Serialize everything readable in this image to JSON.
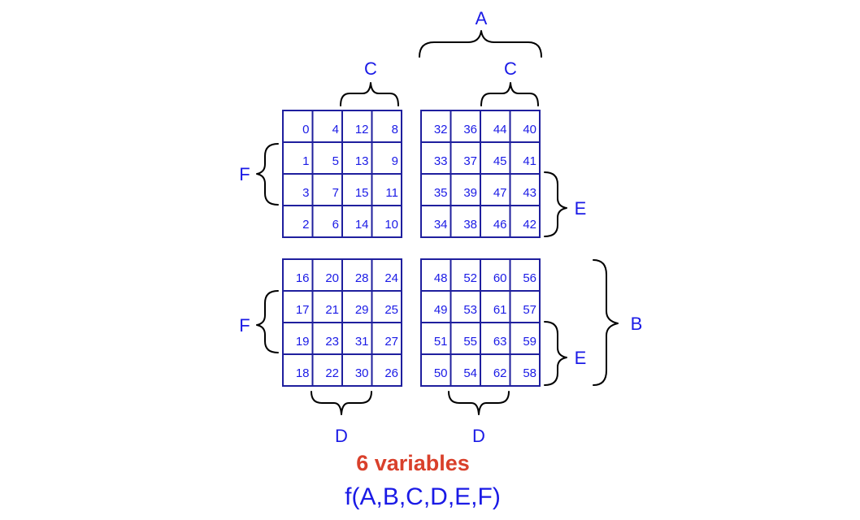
{
  "maps": [
    {
      "name": "map-top-left",
      "cells": [
        [
          "0",
          "4",
          "12",
          "8"
        ],
        [
          "1",
          "5",
          "13",
          "9"
        ],
        [
          "3",
          "7",
          "15",
          "11"
        ],
        [
          "2",
          "6",
          "14",
          "10"
        ]
      ]
    },
    {
      "name": "map-top-right",
      "cells": [
        [
          "32",
          "36",
          "44",
          "40"
        ],
        [
          "33",
          "37",
          "45",
          "41"
        ],
        [
          "35",
          "39",
          "47",
          "43"
        ],
        [
          "34",
          "38",
          "46",
          "42"
        ]
      ]
    },
    {
      "name": "map-bottom-left",
      "cells": [
        [
          "16",
          "20",
          "28",
          "24"
        ],
        [
          "17",
          "21",
          "29",
          "25"
        ],
        [
          "19",
          "23",
          "31",
          "27"
        ],
        [
          "18",
          "22",
          "30",
          "26"
        ]
      ]
    },
    {
      "name": "map-bottom-right",
      "cells": [
        [
          "48",
          "52",
          "60",
          "56"
        ],
        [
          "49",
          "53",
          "61",
          "57"
        ],
        [
          "51",
          "55",
          "63",
          "59"
        ],
        [
          "50",
          "54",
          "62",
          "58"
        ]
      ]
    }
  ],
  "labels": {
    "A": "A",
    "B": "B",
    "C": "C",
    "D": "D",
    "E": "E",
    "F": "F"
  },
  "caption": {
    "title": "6 variables",
    "function": "f(A,B,C,D,E,F)"
  },
  "colors": {
    "grid": "#1f1f9e",
    "text": "#1a1ae6",
    "title": "#d9402b",
    "brace": "#000000"
  }
}
